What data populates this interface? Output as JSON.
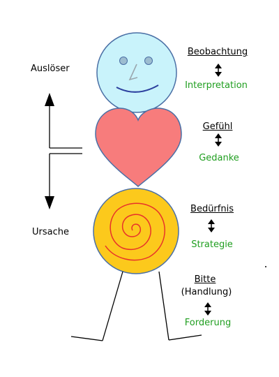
{
  "left": {
    "trigger_label": "Auslöser",
    "cause_label": "Ursache"
  },
  "pairs": [
    {
      "top": "Beobachtung",
      "bottom": "Interpretation"
    },
    {
      "top": "Gefühl",
      "bottom": "Gedanke"
    },
    {
      "top": "Bedürfnis",
      "bottom": "Strategie"
    },
    {
      "top": "Bitte",
      "sub": "(Handlung)",
      "bottom": "Forderung"
    }
  ],
  "colors": {
    "face_fill": "#c9f3fb",
    "heart_fill": "#f77c7c",
    "sun_fill": "#fcc91c",
    "spiral_stroke": "#e8322a",
    "outline": "#4a6fa5",
    "bottom_text": "#1f9e1f"
  }
}
